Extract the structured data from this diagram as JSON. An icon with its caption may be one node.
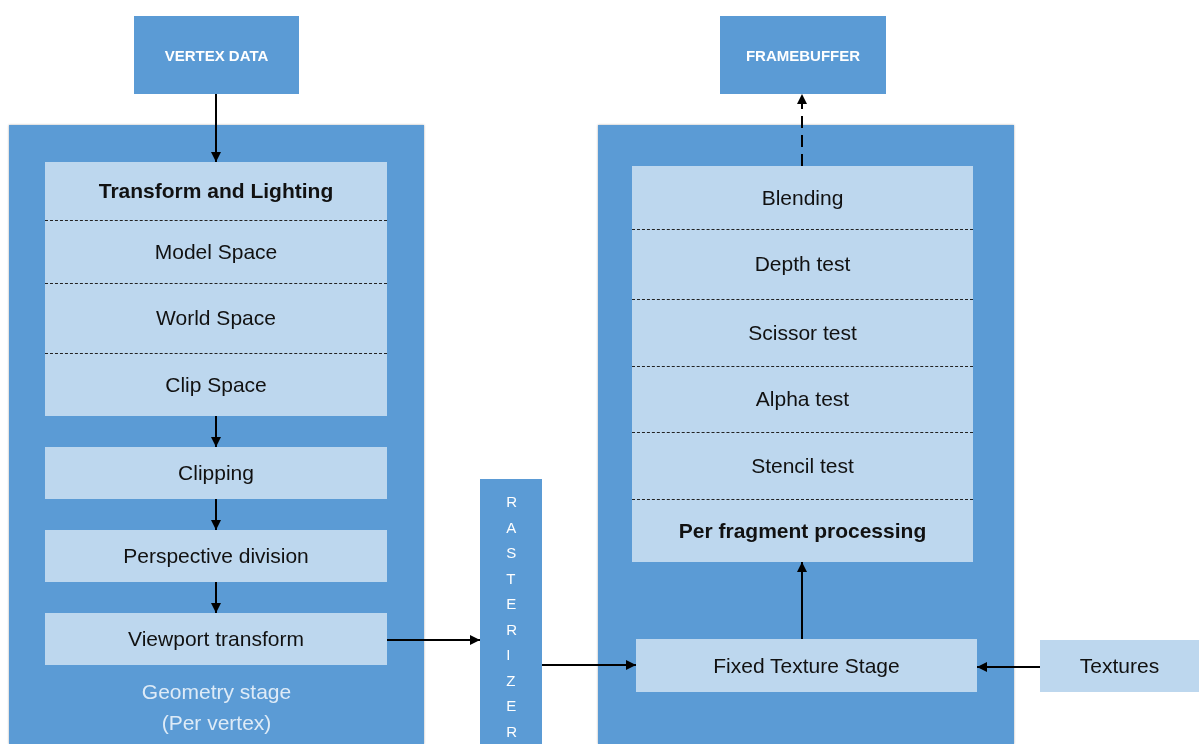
{
  "diagram": {
    "nodes": [
      {
        "text": [
          "VERTEX DATA"
        ]
      },
      {
        "text": [
          "Geometry stage (Per vertex)"
        ]
      },
      {
        "text": [
          "Transform and Lighting",
          "Model Space",
          "World Space",
          "Clip Space"
        ],
        "in": 1
      },
      {
        "text": [
          "Clipping"
        ],
        "in": 1
      },
      {
        "text": [
          "Perspective division"
        ],
        "in": 1
      },
      {
        "text": [
          "Viewport transform"
        ],
        "in": 1
      },
      {
        "text": [
          "RASTERIZER"
        ]
      },
      {
        "text": [
          "FRAMEBUFFER"
        ]
      },
      {
        "text": [],
        "shape": "box"
      },
      {
        "text": [
          "Blending",
          "Depth test",
          "Scissor test",
          "Alpha test",
          "Stencil test",
          "Per fragment processing"
        ],
        "in": 8
      },
      {
        "text": [
          "Fixed Texture Stage"
        ],
        "in": 8
      },
      {
        "text": [
          "Textures"
        ]
      }
    ],
    "edges": [
      {
        "from": 0,
        "to": 2,
        "arrow": "to"
      },
      {
        "from": 2,
        "to": 3,
        "arrow": "to"
      },
      {
        "from": 3,
        "to": 4,
        "arrow": "to"
      },
      {
        "from": 4,
        "to": 5,
        "arrow": "to"
      },
      {
        "from": 5,
        "to": 6,
        "arrow": "to"
      },
      {
        "from": 6,
        "to": 10,
        "arrow": "to"
      },
      {
        "from": 10,
        "to": 9,
        "arrow": "to"
      },
      {
        "from": 9,
        "to": 7,
        "arrow": "to",
        "style": "dashed"
      },
      {
        "from": 11,
        "to": 10,
        "arrow": "to"
      }
    ]
  }
}
